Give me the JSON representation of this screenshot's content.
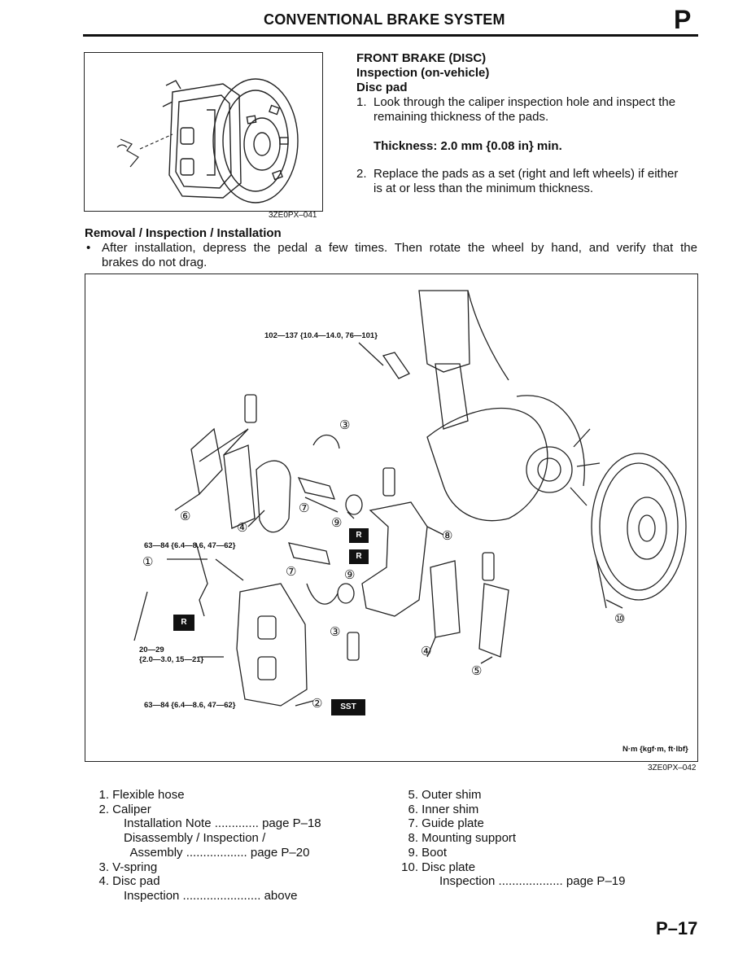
{
  "header": {
    "title": "CONVENTIONAL BRAKE SYSTEM",
    "section_letter": "P"
  },
  "figure1": {
    "caption": "3ZE0PX–041"
  },
  "front_brake": {
    "title": "FRONT BRAKE (DISC)",
    "subtitle": "Inspection (on-vehicle)",
    "part": "Disc pad",
    "step1_num": "1.",
    "step1_line1": "Look through the caliper inspection hole and inspect the",
    "step1_line2": "remaining thickness of the pads.",
    "thickness": "Thickness: 2.0 mm {0.08 in} min.",
    "step2_num": "2.",
    "step2_line1": "Replace the pads as a set (right and left wheels) if either",
    "step2_line2": "is at or less than the minimum thickness."
  },
  "removal": {
    "title": "Removal / Inspection / Installation",
    "bullet": "•",
    "line1": "After installation, depress the pedal a few times. Then rotate the wheel by hand, and verify that the",
    "line2": "brakes do not drag."
  },
  "figure2": {
    "caption": "3ZE0PX–042",
    "units": "N·m {kgf·m, ft·lbf}",
    "torque_top": "102—137 {10.4—14.0, 76—101}",
    "torque_hose": "63—84 {6.4—8.6, 47—62}",
    "torque_bleeder_1": "20—29",
    "torque_bleeder_2": "{2.0—3.0, 15—21}",
    "torque_caliper": "63—84 {6.4—8.6, 47—62}",
    "badge_r": "R",
    "badge_sst": "SST",
    "callouts": [
      "①",
      "②",
      "③",
      "④",
      "⑤",
      "⑥",
      "⑦",
      "⑧",
      "⑨",
      "⑩"
    ]
  },
  "parts_list": {
    "left": [
      {
        "num": "1.",
        "text": "Flexible hose"
      },
      {
        "num": "2.",
        "text": "Caliper"
      },
      {
        "num": "",
        "text": "Installation Note ............. page P–18"
      },
      {
        "num": "",
        "text": "Disassembly / Inspection /"
      },
      {
        "num": "",
        "text": "  Assembly .................. page P–20"
      },
      {
        "num": "3.",
        "text": "V-spring"
      },
      {
        "num": "4.",
        "text": "Disc pad"
      },
      {
        "num": "",
        "text": "Inspection ....................... above"
      }
    ],
    "right": [
      {
        "num": "5.",
        "text": "Outer shim"
      },
      {
        "num": "6.",
        "text": "Inner shim"
      },
      {
        "num": "7.",
        "text": "Guide plate"
      },
      {
        "num": "8.",
        "text": "Mounting support"
      },
      {
        "num": "9.",
        "text": "Boot"
      },
      {
        "num": "10.",
        "text": "Disc plate"
      },
      {
        "num": "",
        "text": "Inspection ................... page P–19"
      }
    ]
  },
  "page_number": "P–17"
}
